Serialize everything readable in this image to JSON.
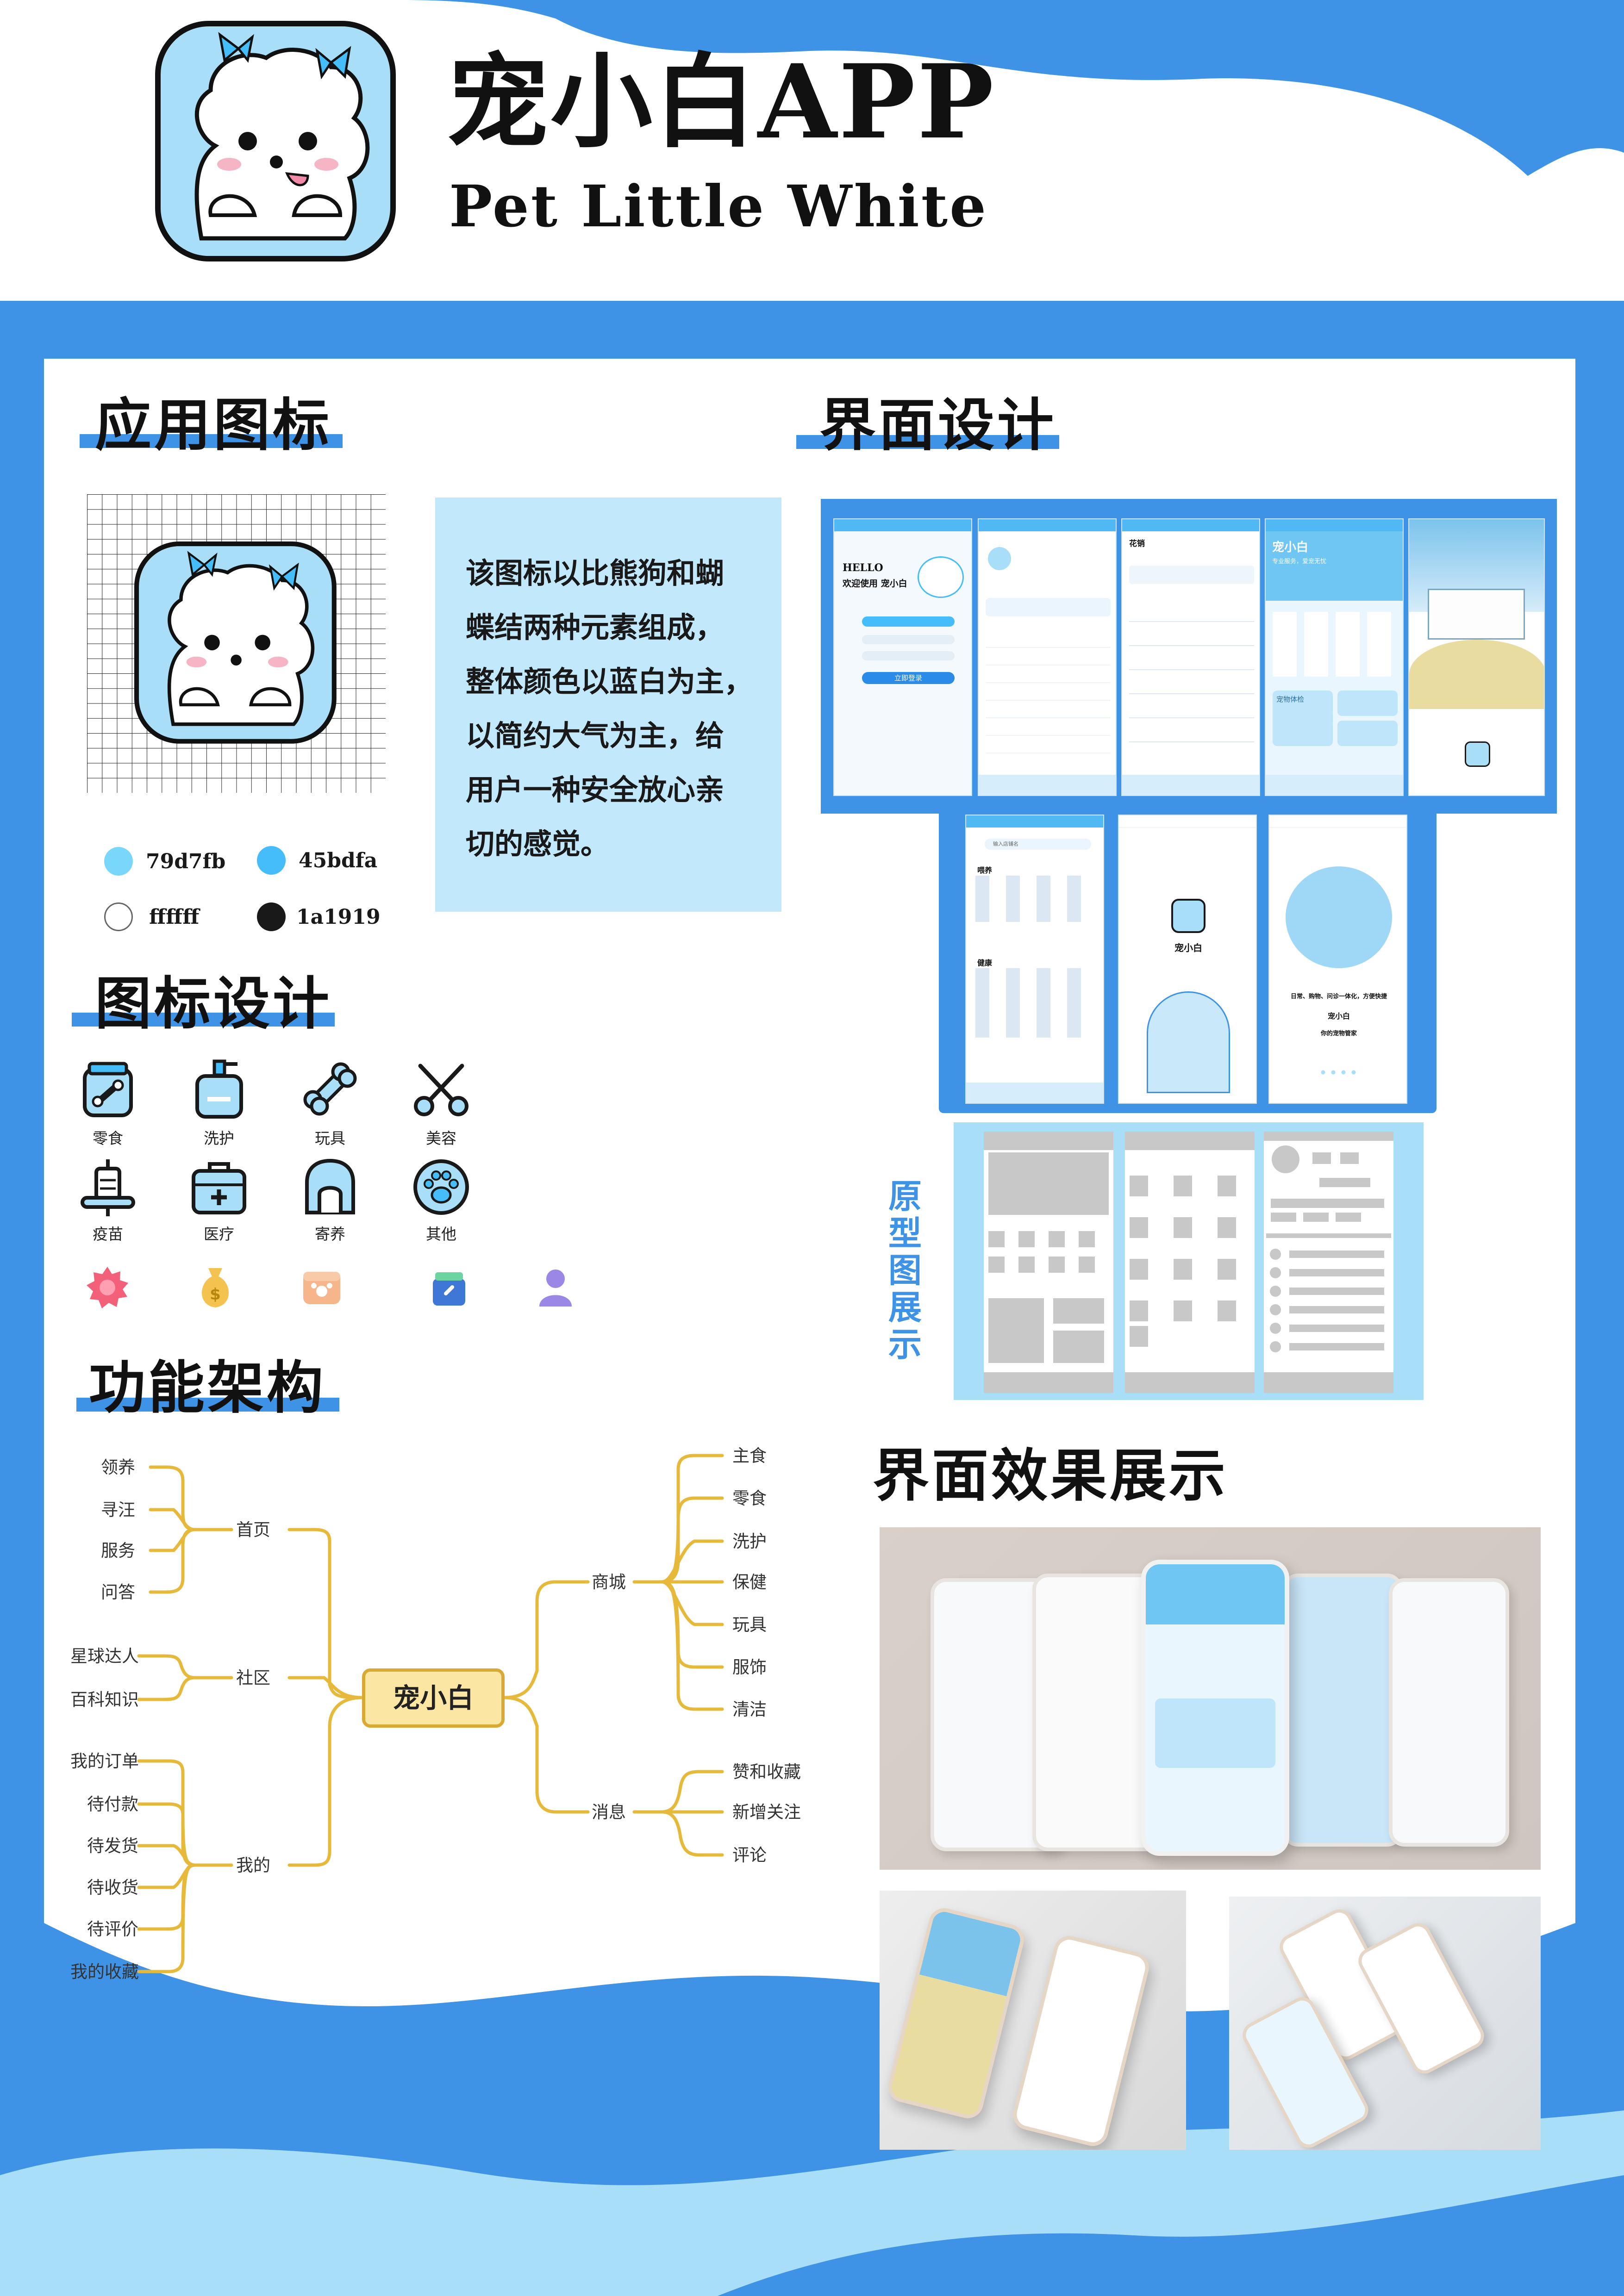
{
  "header": {
    "title": "宠小白APP",
    "subtitle": "Pet Little White"
  },
  "sections": {
    "app_icon": "应用图标",
    "ui_design": "界面设计",
    "icon_design": "图标设计",
    "architecture": "功能架构",
    "ui_effect": "界面效果展示",
    "prototype": "原型图展示"
  },
  "description": {
    "lines": [
      "该图标以比熊狗和蝴",
      "蝶结两种元素组成，",
      "整体颜色以蓝白为主，",
      "以简约大气为主，给",
      "用户一种安全放心亲",
      "切的感觉。"
    ]
  },
  "palette": [
    {
      "label": "79d7fb",
      "color": "#79d7fb"
    },
    {
      "label": "45bdfa",
      "color": "#45bdfa"
    },
    {
      "label": "ffffff",
      "color": "#ffffff"
    },
    {
      "label": "1a1919",
      "color": "#1a1919"
    }
  ],
  "icons": [
    {
      "label": "零食",
      "icon": "snack-icon"
    },
    {
      "label": "洗护",
      "icon": "shampoo-icon"
    },
    {
      "label": "玩具",
      "icon": "bone-toy-icon"
    },
    {
      "label": "美容",
      "icon": "scissors-icon"
    },
    {
      "label": "疫苗",
      "icon": "vaccine-icon"
    },
    {
      "label": "医疗",
      "icon": "medical-kit-icon"
    },
    {
      "label": "寄养",
      "icon": "pet-house-icon"
    },
    {
      "label": "其他",
      "icon": "paw-icon"
    }
  ],
  "mindmap": {
    "center": "宠小白",
    "home": {
      "label": "首页",
      "items": [
        "领养",
        "寻汪",
        "服务",
        "问答"
      ]
    },
    "community": {
      "label": "社区",
      "items": [
        "星球达人",
        "百科知识"
      ]
    },
    "mine": {
      "label": "我的",
      "items": [
        "我的订单",
        "待付款",
        "待发货",
        "待收货",
        "待评价",
        "我的收藏"
      ]
    },
    "mall": {
      "label": "商城",
      "items": [
        "主食",
        "零食",
        "洗护",
        "保健",
        "玩具",
        "服饰",
        "清洁"
      ]
    },
    "message": {
      "label": "消息",
      "items": [
        "赞和收藏",
        "新增关注",
        "评论"
      ]
    }
  },
  "mockup_text": {
    "hello": "HELLO",
    "welcome": "欢迎使用 宠小白",
    "login": "立即登录",
    "brand": "宠小白",
    "slogan": "专业服务，爱宠无忧",
    "search": "输入店铺名",
    "feed": "喂养",
    "health": "健康",
    "splash": "宠小白",
    "onboard_line": "日常、购物、问诊一体化，方便快捷",
    "onboard_brand": "宠小白",
    "onboard_sub": "你的宠物管家",
    "checkup": "宠物体检",
    "spend": "花销"
  },
  "colors": {
    "blue": "#3e93e6",
    "light_blue": "#c2e8fc",
    "sky": "#a9def8",
    "branch": "#e6b93a"
  }
}
